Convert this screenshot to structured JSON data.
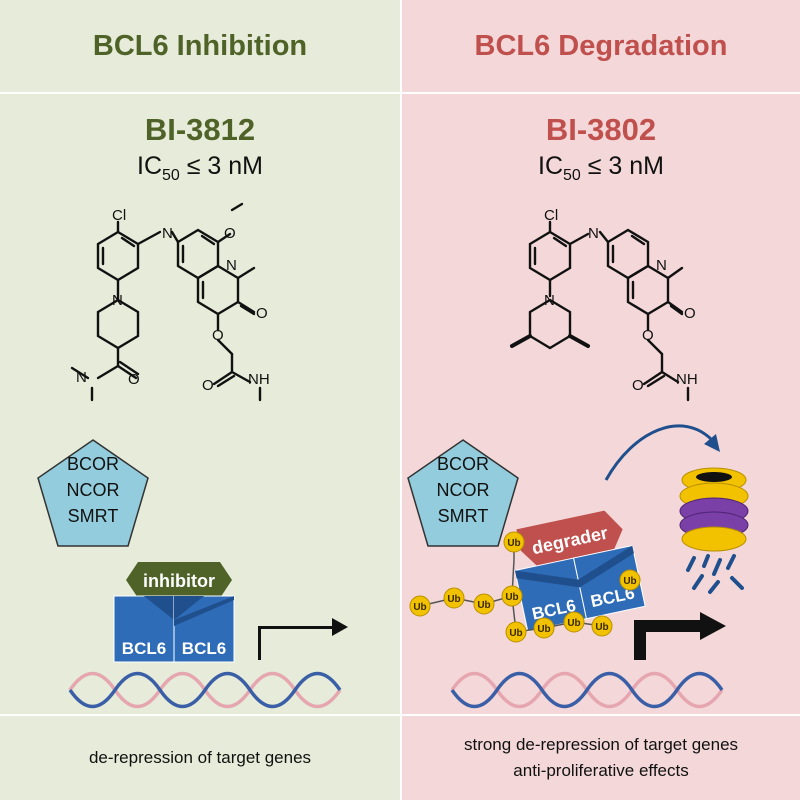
{
  "left": {
    "title": "BCL6 Inhibition",
    "compound": "BI-3812",
    "ic_prefix": "IC",
    "ic_sub": "50",
    "ic_suffix": " ≤ 3 nM",
    "corepressor_lines": [
      "BCOR",
      "NCOR",
      "SMRT"
    ],
    "molecule_label": "inhibitor",
    "protein_labels": [
      "BCL6",
      "BCL6"
    ],
    "footer_lines": [
      "de-repression of target genes"
    ]
  },
  "right": {
    "title": "BCL6 Degradation",
    "compound": "BI-3802",
    "ic_prefix": "IC",
    "ic_sub": "50",
    "ic_suffix": " ≤ 3 nM",
    "corepressor_lines": [
      "BCOR",
      "NCOR",
      "SMRT"
    ],
    "molecule_label": "degrader",
    "protein_labels": [
      "BCL6",
      "BCL6"
    ],
    "ubiquitin_label": "Ub",
    "footer_lines": [
      "strong de-repression of target genes",
      "anti-proliferative effects"
    ]
  },
  "structure_atoms": {
    "cl": "Cl",
    "nh": "N",
    "nh2": "NH",
    "n": "N",
    "o": "O"
  },
  "colors": {
    "left_bg": "#e6ecd9",
    "right_bg": "#f4d8d9",
    "green_text": "#4f6228",
    "red_text": "#c0504d",
    "pentagon": "#93cddd",
    "bcl6": "#2f6cb8",
    "inhibitor": "#4f6228",
    "degrader": "#c0504d",
    "ubiquitin": "#f2c200",
    "dna_pink": "#e6a6b0",
    "dna_blue": "#3a5fa6"
  }
}
